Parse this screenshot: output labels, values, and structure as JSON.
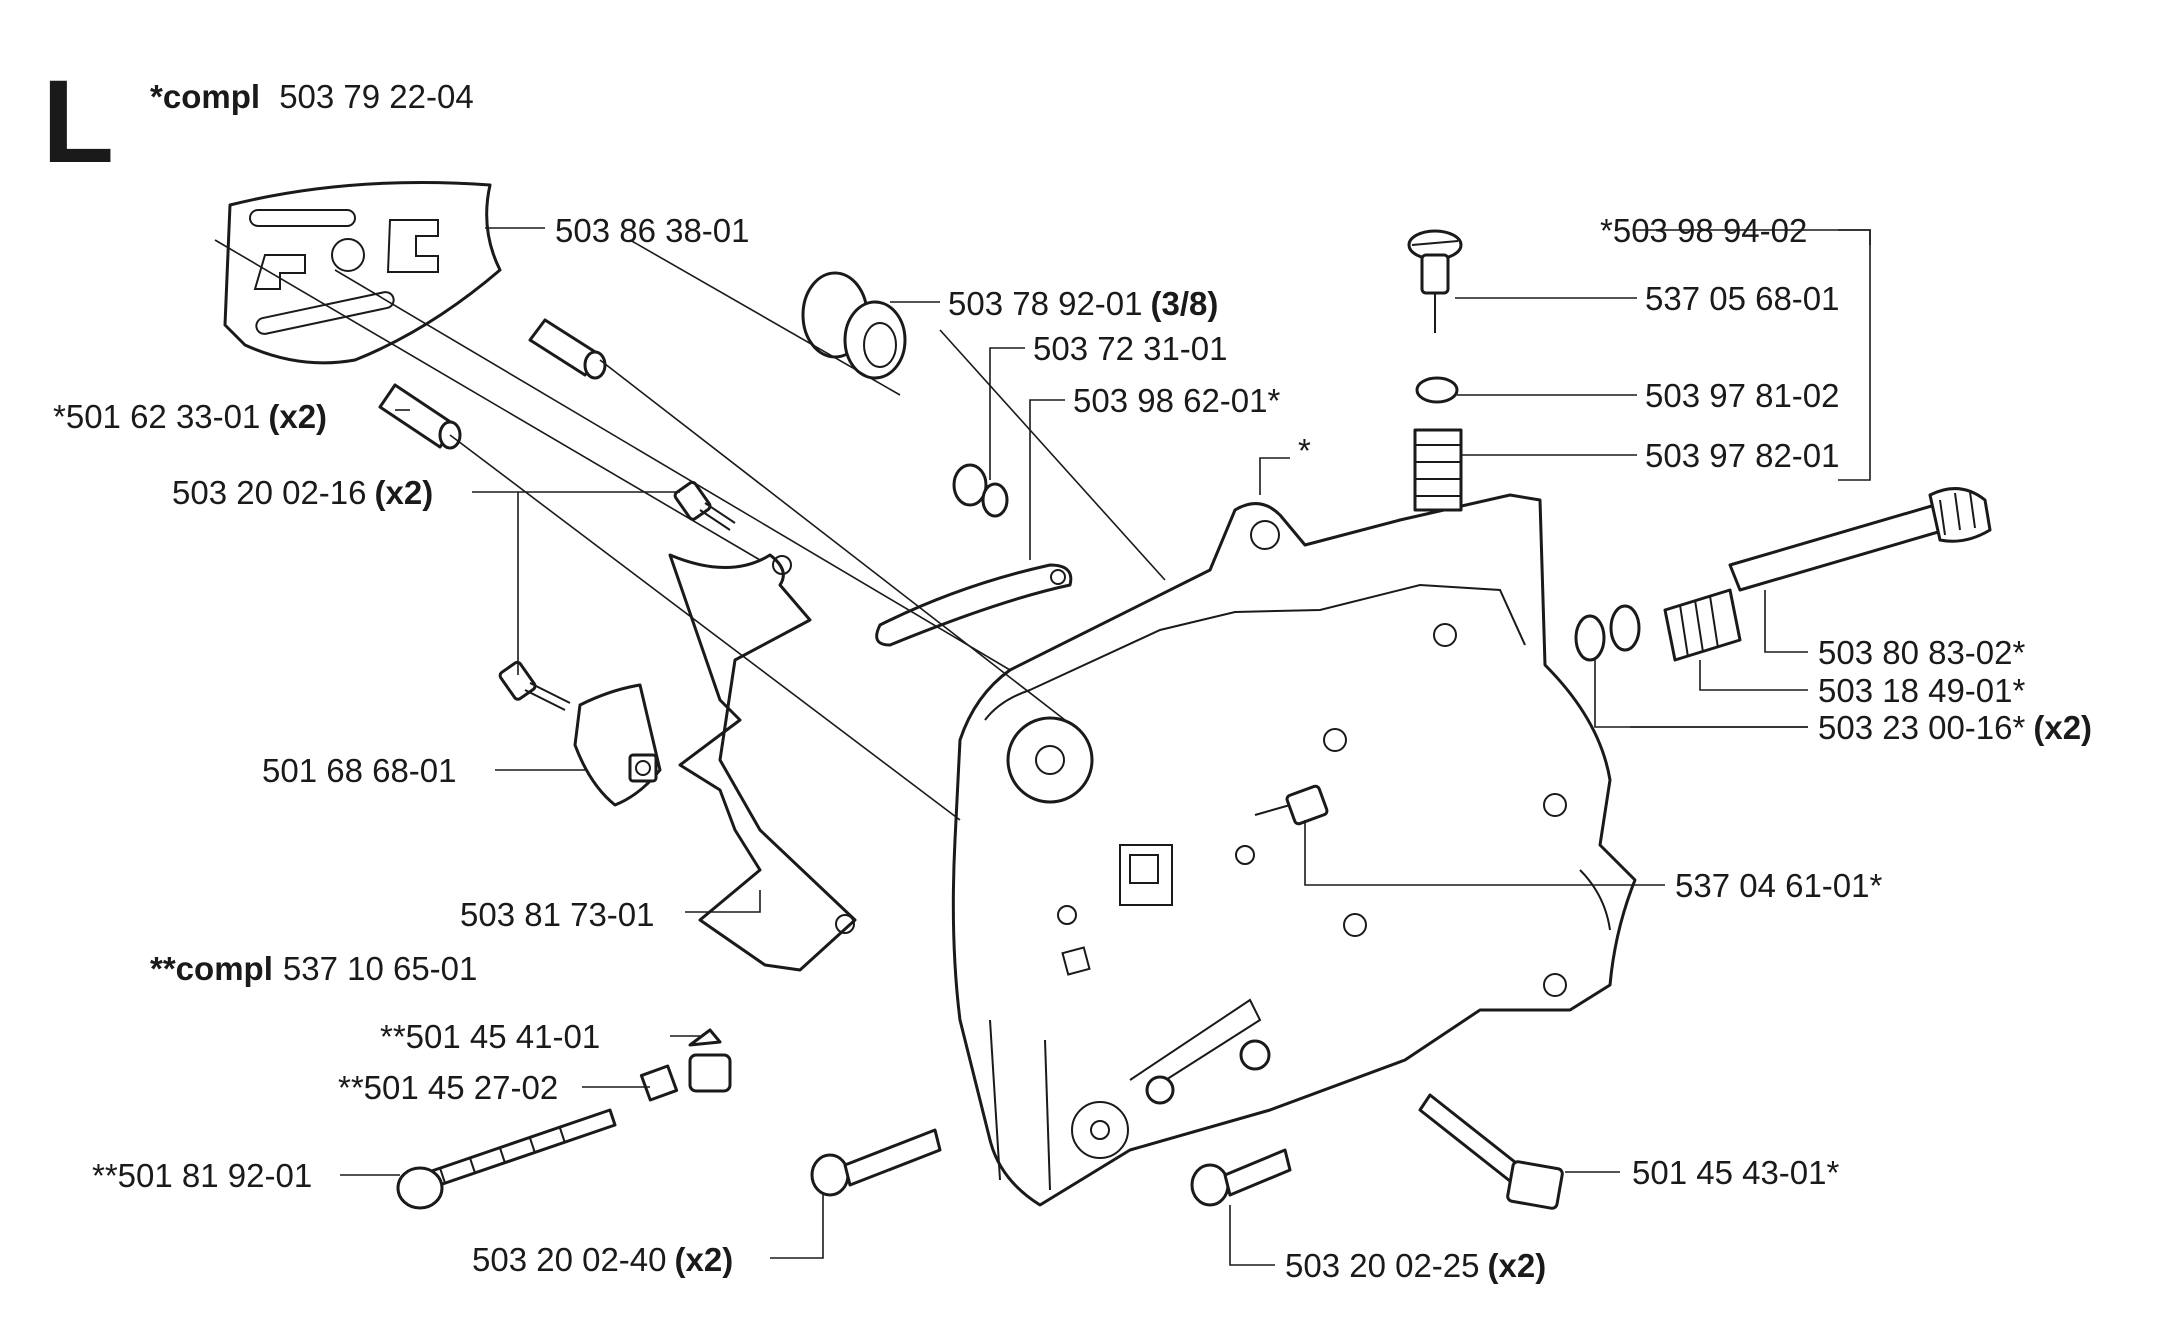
{
  "section_letter": "L",
  "header": {
    "prefix": "*compl",
    "number": "503 79 22-04"
  },
  "subassembly": {
    "prefix": "**compl",
    "number": "537 10 65-01"
  },
  "labels": {
    "bar_plate": "503 86 38-01",
    "spacer": "*501 62 33-01",
    "spacer_qty": "(x2)",
    "screw_16": "503 20 02-16",
    "screw_16_qty": "(x2)",
    "bracket": "501 68 68-01",
    "cover_plate": "503 81 73-01",
    "plug": "503 78 92-01",
    "plug_note": "(3/8)",
    "pin": "503 72 31-01",
    "lever": "503 98 62-01*",
    "cover_star": "*",
    "kit": "*503 98 94-02",
    "adj_screw": "537 05 68-01",
    "washer": "503 97 81-02",
    "spring": "503 97 82-01",
    "shaft": "503 80 83-02*",
    "coil_spring": "503 18 49-01*",
    "washers_pair": "503 23 00-16*",
    "washers_pair_qty": "(x2)",
    "nozzle": "537 04 61-01*",
    "tensioner_pin": "**501 45 41-01",
    "tensioner_nut": "**501 45 27-02",
    "tensioner_screw": "**501 81 92-01",
    "screw_40": "503 20 02-40",
    "screw_40_qty": "(x2)",
    "screw_25": "503 20 02-25",
    "screw_25_qty": "(x2)",
    "bolt": "501 45 43-01*"
  }
}
